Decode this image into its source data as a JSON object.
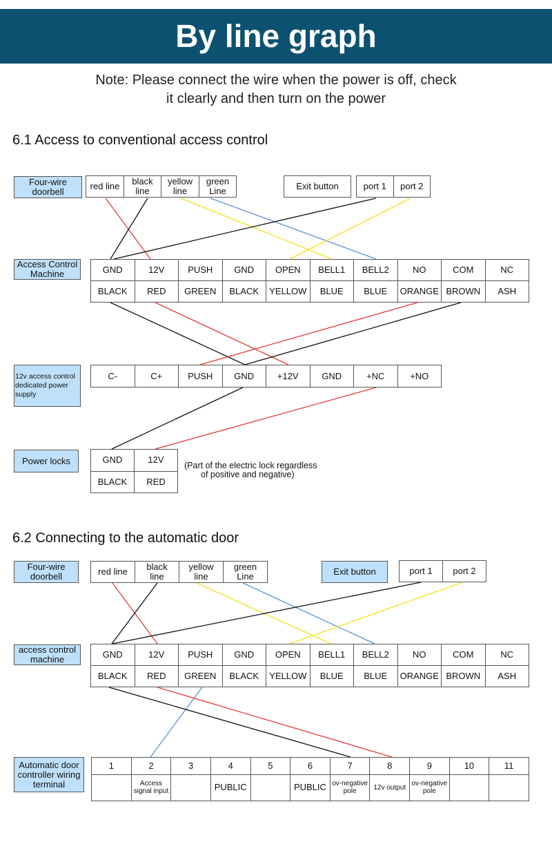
{
  "title": "By line graph",
  "note": [
    "Note: Please connect the wire when the power is off, check",
    "it clearly and then turn on the power"
  ],
  "section1": {
    "heading": "6.1 Access to conventional access control",
    "doorbell": {
      "label": "Four-wire doorbell",
      "wires": [
        {
          "top": "red line",
          "bottom": ""
        },
        {
          "top": "black",
          "bottom": "line"
        },
        {
          "top": "yellow",
          "bottom": "line"
        },
        {
          "top": "green",
          "bottom": "Line"
        }
      ]
    },
    "exit_button": "Exit button",
    "ports": [
      "port 1",
      "port 2"
    ],
    "machine": {
      "label": "Access Control Machine",
      "terminals": [
        "GND",
        "12V",
        "PUSH",
        "GND",
        "OPEN",
        "BELL1",
        "BELL2",
        "NO",
        "COM",
        "NC"
      ],
      "colors": [
        "BLACK",
        "RED",
        "GREEN",
        "BLACK",
        "YELLOW",
        "BLUE",
        "BLUE",
        "ORANGE",
        "BROWN",
        "ASH"
      ]
    },
    "power_supply": {
      "label": "12v access control dedicated power supply",
      "terminals": [
        "C-",
        "C+",
        "PUSH",
        "GND",
        "+12V",
        "GND",
        "+NC",
        "+NO"
      ]
    },
    "locks": {
      "label": "Power locks",
      "terminals": [
        "GND",
        "12V"
      ],
      "colors": [
        "BLACK",
        "RED"
      ],
      "note_lines": [
        "(Part of the electric lock regardless",
        "of positive and negative)"
      ]
    }
  },
  "section2": {
    "heading": "6.2 Connecting to the automatic door",
    "doorbell": {
      "label": "Four-wire doorbell",
      "wires": [
        {
          "top": "red line",
          "bottom": ""
        },
        {
          "top": "black",
          "bottom": "line"
        },
        {
          "top": "yellow",
          "bottom": "line"
        },
        {
          "top": "green",
          "bottom": "Line"
        }
      ]
    },
    "exit_button": "Exit button",
    "ports": [
      "port 1",
      "port 2"
    ],
    "machine": {
      "label": "access control machine",
      "terminals": [
        "GND",
        "12V",
        "PUSH",
        "GND",
        "OPEN",
        "BELL1",
        "BELL2",
        "NO",
        "COM",
        "NC"
      ],
      "colors": [
        "BLACK",
        "RED",
        "GREEN",
        "BLACK",
        "YELLOW",
        "BLUE",
        "BLUE",
        "ORANGE",
        "BROWN",
        "ASH"
      ]
    },
    "controller": {
      "label": "Automatic door controller wiring terminal",
      "numbers": [
        "1",
        "2",
        "3",
        "4",
        "5",
        "6",
        "7",
        "8",
        "9",
        "10",
        "11"
      ],
      "functions": [
        {
          "lines": []
        },
        {
          "lines": [
            "Access",
            "signal input"
          ]
        },
        {
          "lines": []
        },
        {
          "lines": [
            "PUBLIC"
          ]
        },
        {
          "lines": []
        },
        {
          "lines": [
            "PUBLIC"
          ]
        },
        {
          "lines": [
            "ov-negative",
            "pole"
          ]
        },
        {
          "lines": [
            "12v output"
          ]
        },
        {
          "lines": [
            "ov-negative",
            "pole"
          ]
        },
        {
          "lines": []
        },
        {
          "lines": []
        }
      ]
    }
  },
  "wire_colors": {
    "red": "#e53935",
    "black": "#111111",
    "yellow": "#f2e31a",
    "blue": "#5b8fd6"
  }
}
